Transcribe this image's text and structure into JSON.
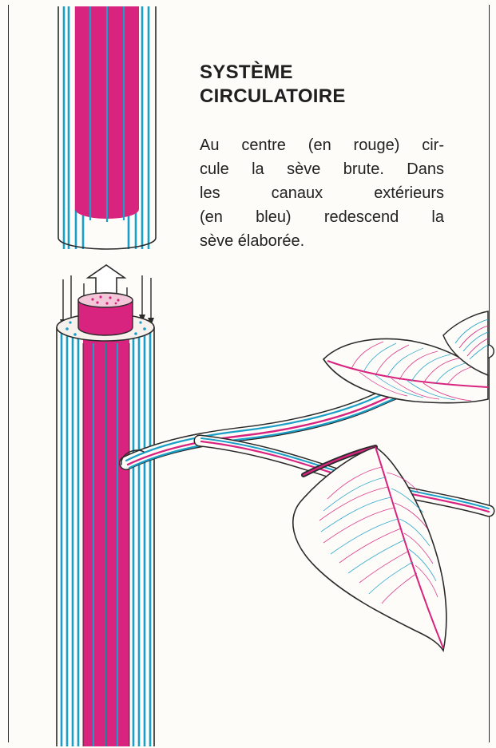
{
  "title_lines": [
    "SYSTÈME",
    "CIRCULATOIRE"
  ],
  "description_lines": [
    "Au centre (en rouge) cir-",
    "cule la sève brute. Dans",
    "les canaux extérieurs",
    "(en bleu) redescend la",
    "sève élaborée."
  ],
  "colors": {
    "raw_sap": "#d8247f",
    "elaborated_sap": "#1aa0c8",
    "outline": "#2a2a2a",
    "paper": "#fdfcf8"
  },
  "icons": [
    "upward-arrow-icon",
    "downward-arrow-icon"
  ]
}
